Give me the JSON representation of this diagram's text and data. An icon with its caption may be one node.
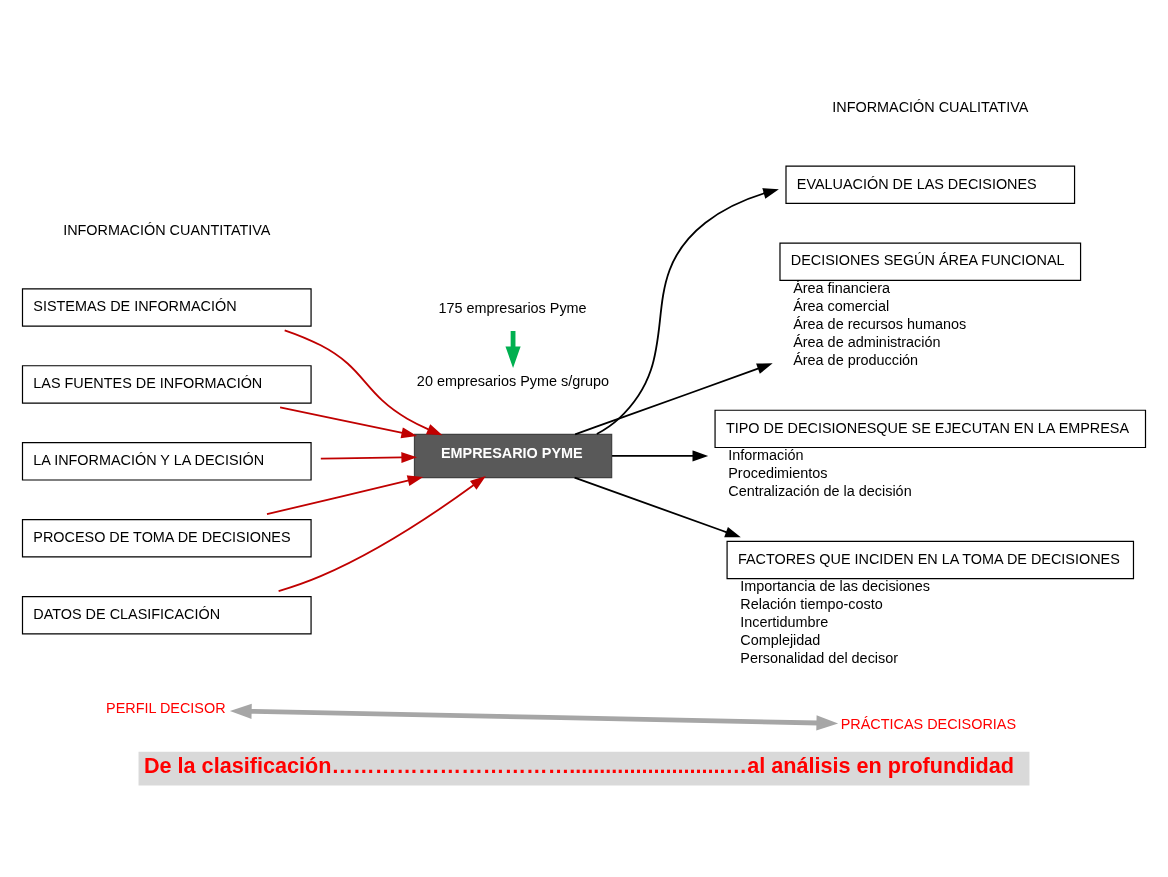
{
  "diagram": {
    "caption": "De la clasificación……………………………..........................…al análisis en profundidad",
    "nodes": [
      {
        "text": [
          "DATOS DE CLASIFICACIÓN"
        ]
      },
      {
        "text": [
          "PROCESO DE TOMA DE DECISIONES"
        ]
      },
      {
        "text": [
          "LA INFORMACIÓN Y LA DECISIÓN"
        ]
      },
      {
        "text": [
          "LAS FUENTES DE INFORMACIÓN"
        ]
      },
      {
        "text": [
          "SISTEMAS DE INFORMACIÓN"
        ]
      },
      {
        "text": [
          "EMPRESARIO PYME"
        ]
      },
      {
        "text": [
          "175 empresarios Pyme"
        ]
      },
      {
        "text": [
          "20 empresarios Pyme s/grupo"
        ]
      },
      {
        "text": [
          "FACTORES QUE INCIDEN EN LA TOMA DE DECISIONES"
        ],
        "beside": [
          "Importancia de las decisiones",
          "Relación tiempo-costo",
          "Incertidumbre",
          "Complejidad",
          "Personalidad del decisor"
        ]
      },
      {
        "text": [
          "TIPO DE DECISIONESQUE SE EJECUTAN EN LA EMPRESA"
        ],
        "beside": [
          "Información",
          "Procedimientos",
          "Centralización de la decisión"
        ]
      },
      {
        "text": [
          "DECISIONES SEGÚN ÁREA FUNCIONAL"
        ],
        "beside": [
          "Área financiera",
          "Área comercial",
          "Área de recursos humanos",
          "Área de administración",
          "Área de producción"
        ]
      },
      {
        "text": [
          "EVALUACIÓN DE LAS DECISIONES"
        ]
      },
      {
        "text": [
          "PERFIL DECISOR"
        ]
      },
      {
        "text": [
          "PRÁCTICAS DECISORIAS"
        ]
      }
    ],
    "edges": [
      {
        "from": 0,
        "to": 5,
        "arrow": "to",
        "color": "#c00000"
      },
      {
        "from": 1,
        "to": 5,
        "arrow": "to",
        "color": "#c00000"
      },
      {
        "from": 2,
        "to": 5,
        "arrow": "to",
        "color": "#c00000"
      },
      {
        "from": 3,
        "to": 5,
        "arrow": "to",
        "color": "#c00000"
      },
      {
        "from": 4,
        "to": 5,
        "arrow": "to",
        "color": "#c00000"
      },
      {
        "from": 5,
        "to": 8,
        "arrow": "to",
        "color": "#000000"
      },
      {
        "from": 5,
        "to": 9,
        "arrow": "to",
        "color": "#000000"
      },
      {
        "from": 5,
        "to": 10,
        "arrow": "to",
        "color": "#000000"
      },
      {
        "from": 5,
        "to": 11,
        "arrow": "to",
        "color": "#000000"
      },
      {
        "from": 6,
        "to": 7,
        "arrow": "to",
        "style": "thick",
        "color": "#00b050"
      },
      {
        "from": 12,
        "to": 13,
        "arrow": "both",
        "style": "thick",
        "color": "#a6a6a6"
      }
    ],
    "labels": [
      "INFORMACIÓN CUANTITATIVA",
      "INFORMACIÓN CUALITATIVA"
    ]
  }
}
